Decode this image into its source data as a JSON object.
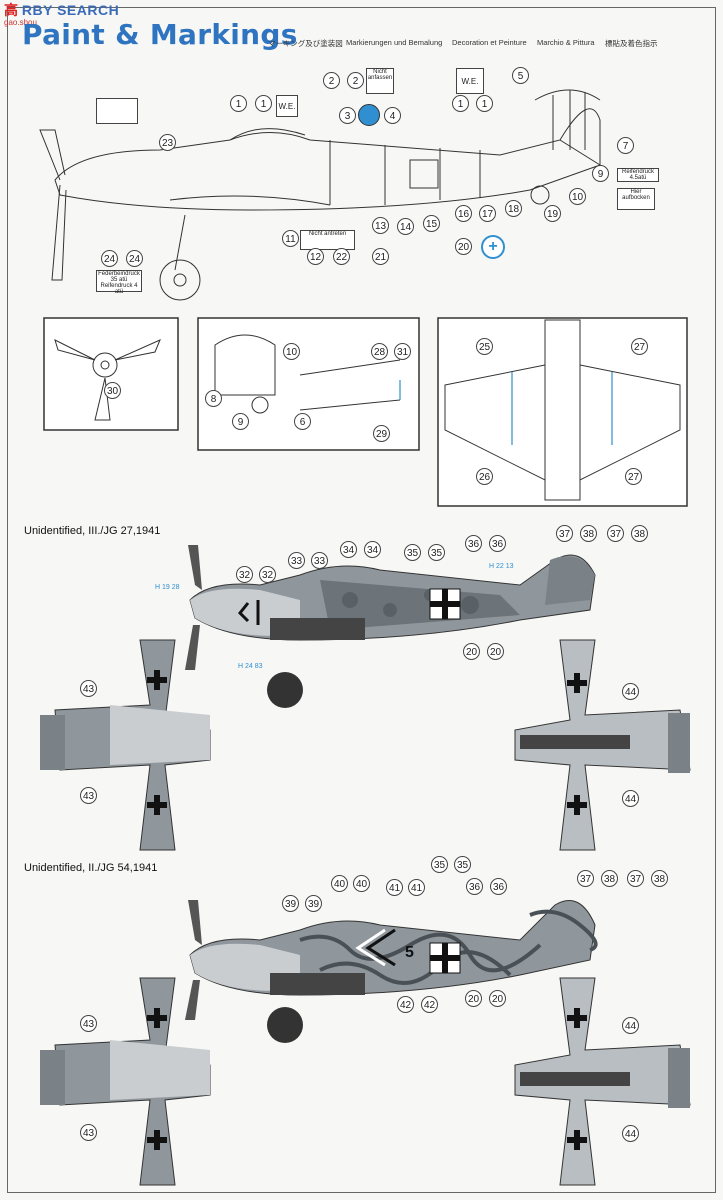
{
  "watermark": {
    "logo": "高",
    "text": "RBY SEARCH",
    "sub": "gao.shou"
  },
  "header": {
    "title": "Paint & Markings",
    "languages": [
      "マーキング及び塗装図",
      "Markierungen und Bemalung",
      "Decoration et Peinture",
      "Marchio & Pittura",
      "標貼及着色指示"
    ]
  },
  "top_diagram": {
    "labels": {
      "we": "W.E.",
      "nicht_antreten": "Nicht antreten",
      "hier_aufbocken": "Hier aufbocken",
      "reifendruck_4": "Reifendruck 4.5atü",
      "federbein": "Federbeindruck 35 atü Reifendruck 4 atü",
      "nicht_anfassen": "Nicht anfassen"
    }
  },
  "scheme1": {
    "caption": "Unidentified, III./JG 27,1941",
    "tags": [
      "H 19 28",
      "H 22 13",
      "H 24 83"
    ]
  },
  "scheme2": {
    "caption": "Unidentified, II./JG 54,1941",
    "number": "5"
  },
  "colors": {
    "title_blue": "#2f74c0",
    "highlight": "#2f8fd0"
  }
}
